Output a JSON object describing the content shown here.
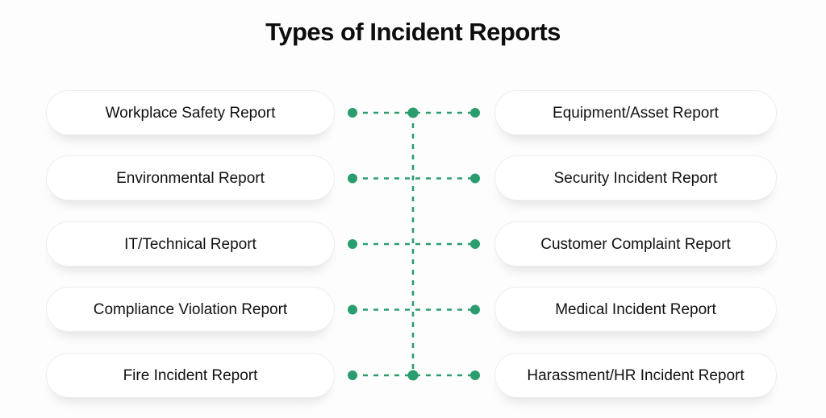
{
  "title": "Types of Incident Reports",
  "colors": {
    "accent_green": "#2A9D6F",
    "node_background": "#ffffff",
    "node_border": "#ededed",
    "text": "#111111",
    "page_background": "#fdfdfd"
  },
  "rows": [
    {
      "left": "Workplace Safety Report",
      "right": "Equipment/Asset Report"
    },
    {
      "left": "Environmental Report",
      "right": "Security Incident Report"
    },
    {
      "left": "IT/Technical Report",
      "right": "Customer Complaint Report"
    },
    {
      "left": "Compliance Violation Report",
      "right": "Medical Incident Report"
    },
    {
      "left": "Fire Incident Report",
      "right": "Harassment/HR Incident Report"
    }
  ]
}
